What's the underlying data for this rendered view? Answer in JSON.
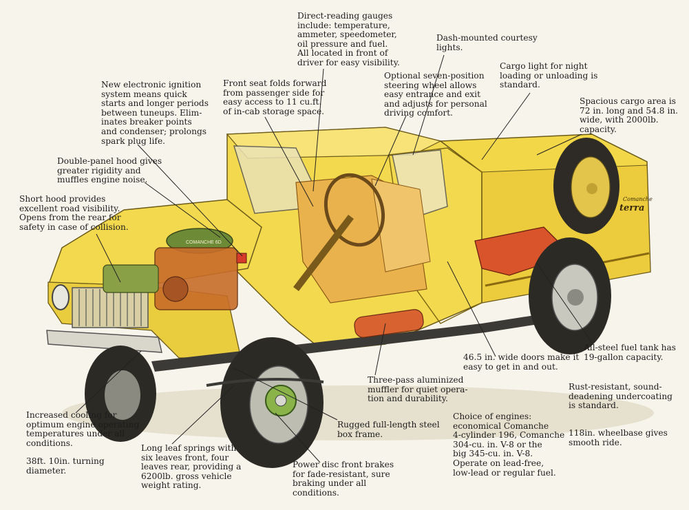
{
  "colors": {
    "background": "#f7f4ec",
    "body_yellow": "#f3d64a",
    "body_shade": "#d9b52c",
    "interior_orange": "#e08a3a",
    "seat": "#e8b553",
    "tire": "#2c2a25",
    "frame": "#3b3a36",
    "fuel_tank": "#d9532b",
    "engine_green": "#7a9a3a",
    "leader_line": "#222222"
  },
  "truck": {
    "side_badge_line1": "Comanche",
    "side_badge_line2": "terra",
    "engine_badge": "COMANCHE 6D"
  },
  "callouts": {
    "gauges": "Direct-reading gauges\ninclude: temperature,\nammeter, speedometer,\noil pressure and fuel.\nAll located in front of\ndriver for easy visibility.",
    "courtesy_lights": "Dash-mounted courtesy\nlights.",
    "cargo_light": "Cargo light for night\nloading or unloading is\nstandard.",
    "steering_wheel": "Optional seven-position\nsteering wheel allows\neasy entrance and exit\nand adjusts for personal\ndriving comfort.",
    "front_seat": "Front seat folds forward\nfrom passenger side for\neasy access to 11 cu.ft.\nof in-cab storage space.",
    "ignition": "New electronic ignition\nsystem means quick\nstarts and longer periods\nbetween tuneups. Elim-\ninates breaker points\nand condenser; prolongs\nspark plug life.",
    "cargo_area": "Spacious cargo area is\n72 in. long and 54.8 in.\nwide, with 2000lb.\ncapacity.",
    "double_hood": "Double-panel hood gives\ngreater rigidity and\nmuffles engine noise.",
    "short_hood": "Short hood provides\nexcellent road visibility.\nOpens from the rear for\nsafety in case of collision.",
    "fuel_tank": "All-steel fuel tank has\n19-gallon capacity.",
    "doors": "46.5 in. wide doors make it\neasy to get in and out.",
    "muffler": "Three-pass aluminized\nmuffler for quiet opera-\ntion and durability.",
    "undercoating": "Rust-resistant, sound-\ndeadening undercoating\nis standard.",
    "cooling": "Increased cooling for\noptimum engine operating\ntemperatures under all\nconditions.",
    "frame": "Rugged full-length steel\nbox frame.",
    "engines": "Choice of engines:\neconomical Comanche\n4-cylinder 196, Comanche\n304-cu. in. V-8 or the\nbig 345-cu. in. V-8.\nOperate on lead-free,\nlow-lead or regular fuel.",
    "wheelbase": "118in. wheelbase gives\nsmooth ride.",
    "turning": "38ft. 10in. turning\ndiameter.",
    "springs": "Long leaf springs with\nsix leaves front, four\nleaves rear, providing a\n6200lb. gross vehicle\nweight rating.",
    "brakes": "Power disc front brakes\nfor fade-resistant, sure\nbraking under all\nconditions."
  }
}
